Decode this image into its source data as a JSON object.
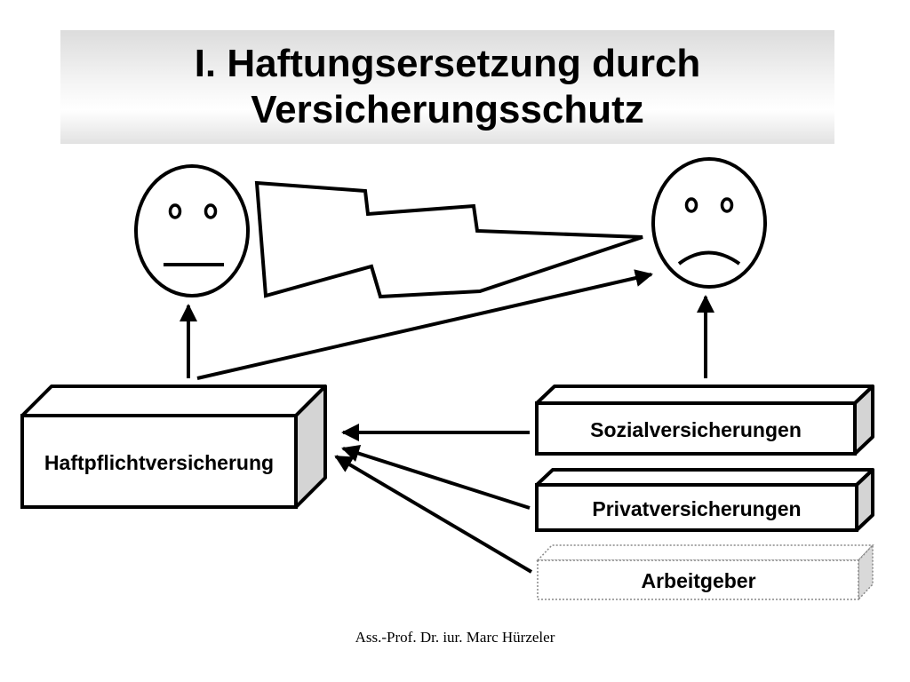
{
  "title": {
    "line1": "I. Haftungsersetzung durch",
    "line2": "Versicherungsschutz"
  },
  "boxes": {
    "haftpflicht": "Haftpflichtversicherung",
    "sozial": "Sozialversicherungen",
    "privat": "Privatversicherungen",
    "arbeitgeber": "Arbeitgeber"
  },
  "footer": "Ass.-Prof. Dr. iur. Marc Hürzeler"
}
